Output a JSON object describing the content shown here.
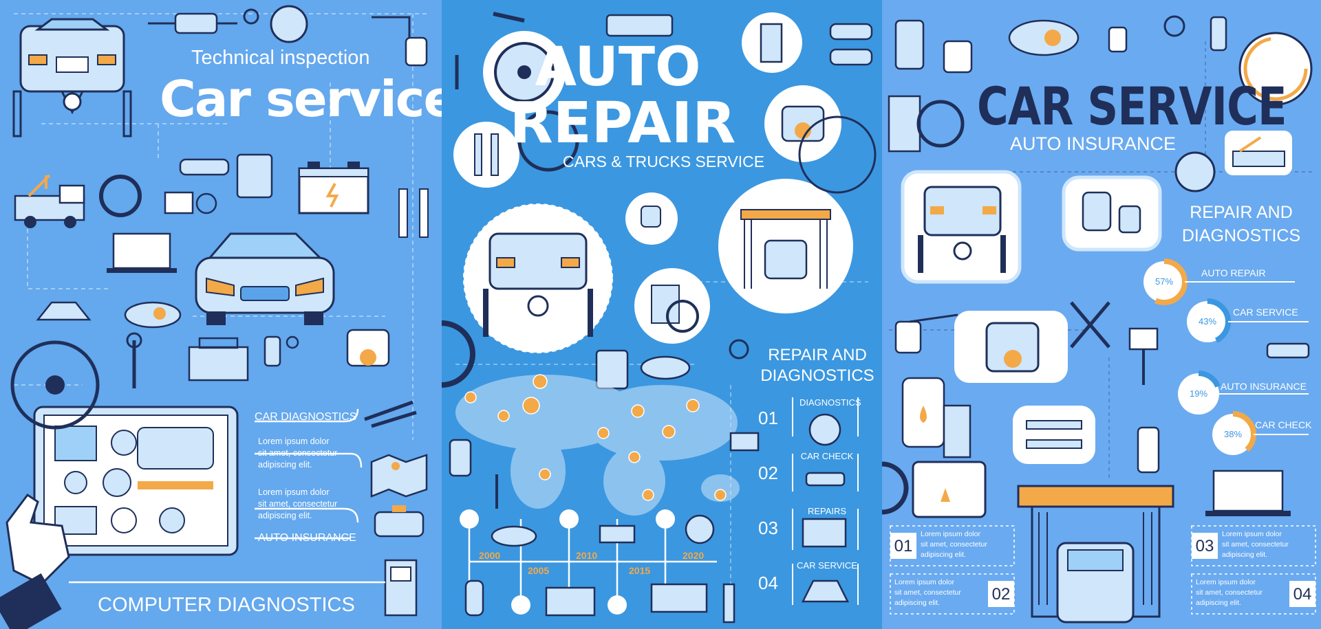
{
  "colors": {
    "panel1": "#64a8ee",
    "panel2": "#3b97e0",
    "panel3": "#6aaaf0",
    "ink": "#1f2f59",
    "accent_orange": "#f3a948",
    "light_blue": "#cfe6fb",
    "white": "#ffffff"
  },
  "poster1": {
    "tagline": "Technical inspection",
    "title": "Car service",
    "menu": {
      "item1": "CAR DIAGNOSTICS",
      "lorem1": [
        "Lorem ipsum dolor",
        "sit amet, consectetur",
        "adipiscing elit."
      ],
      "lorem2": [
        "Lorem ipsum dolor",
        "sit amet, consectetur",
        "adipiscing elit."
      ],
      "item2": "AUTO INSURANCE"
    },
    "footer": "COMPUTER DIAGNOSTICS"
  },
  "poster2": {
    "title_line1": "AUTO",
    "title_line2": "REPAIR",
    "subtitle": "CARS & TRUCKS SERVICE",
    "section_title": [
      "REPAIR AND",
      "DIAGNOSTICS"
    ],
    "steps": [
      {
        "num": "01",
        "label": "DIAGNOSTICS"
      },
      {
        "num": "02",
        "label": "CAR CHECK"
      },
      {
        "num": "03",
        "label": "REPAIRS"
      },
      {
        "num": "04",
        "label": "CAR SERVICE"
      }
    ],
    "timeline_years": [
      "2000",
      "2005",
      "2010",
      "2015",
      "2020"
    ]
  },
  "poster3": {
    "title": "CAR SERVICE",
    "subtitle": "AUTO INSURANCE",
    "section_title": [
      "REPAIR AND",
      "DIAGNOSTICS"
    ],
    "stats": [
      {
        "percent": "57%",
        "label": "AUTO REPAIR",
        "value": 0.57
      },
      {
        "percent": "43%",
        "label": "CAR SERVICE",
        "value": 0.43
      },
      {
        "percent": "19%",
        "label": "AUTO INSURANCE",
        "value": 0.19
      },
      {
        "percent": "38%",
        "label": "CAR CHECK",
        "value": 0.38
      }
    ],
    "notes": [
      {
        "num": "01",
        "lines": [
          "Lorem ipsum dolor",
          "sit amet, consectetur",
          "adipiscing elit."
        ]
      },
      {
        "num": "02",
        "lines": [
          "Lorem ipsum dolor",
          "sit amet, consectetur",
          "adipiscing elit."
        ]
      },
      {
        "num": "03",
        "lines": [
          "Lorem ipsum dolor",
          "sit amet, consectetur",
          "adipiscing elit."
        ]
      },
      {
        "num": "04",
        "lines": [
          "Lorem ipsum dolor",
          "sit amet, consectetur",
          "adipiscing elit."
        ]
      }
    ]
  }
}
